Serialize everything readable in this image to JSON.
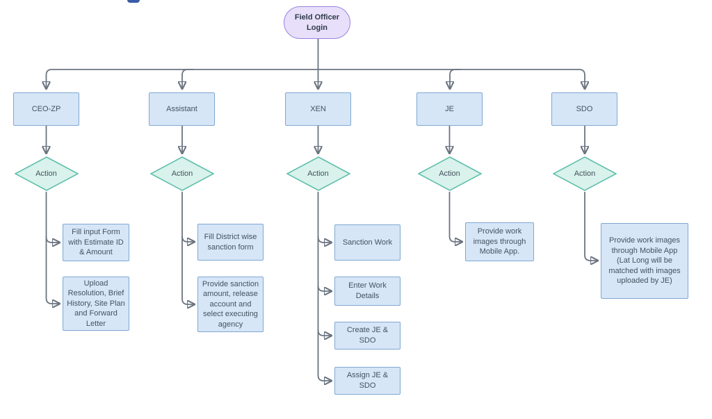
{
  "diagram_title_fragment": "",
  "colors": {
    "role_box_fill": "#d6e6f7",
    "role_box_border": "#7fa7d1",
    "diamond_fill": "#d9f2eb",
    "diamond_border": "#5fbfab",
    "root_fill": "#e8dffa",
    "root_border": "#9883e2",
    "connector": "#6b7480",
    "label_text": "#44525f"
  },
  "flowchart": {
    "root": {
      "label": "Field Officer Login"
    },
    "columns": [
      {
        "id": "ceo-zp",
        "role": "CEO-ZP",
        "action": "Action",
        "tasks": [
          "Fill input Form with Estimate ID & Amount",
          "Upload Resolution, Brief History, Site Plan and Forward Letter"
        ]
      },
      {
        "id": "assistant",
        "role": "Assistant",
        "action": "Action",
        "tasks": [
          "Fill District wise sanction form",
          "Provide sanction amount, release account and select executing agency"
        ]
      },
      {
        "id": "xen",
        "role": "XEN",
        "action": "Action",
        "tasks": [
          "Sanction Work",
          "Enter Work Details",
          "Create JE & SDO",
          "Assign JE & SDO"
        ]
      },
      {
        "id": "je",
        "role": "JE",
        "action": "Action",
        "tasks": [
          "Provide work images through Mobile App."
        ]
      },
      {
        "id": "sdo",
        "role": "SDO",
        "action": "Action",
        "tasks": [
          "Provide work images through Mobile App (Lat Long will be matched with images uploaded by JE)"
        ]
      }
    ]
  }
}
